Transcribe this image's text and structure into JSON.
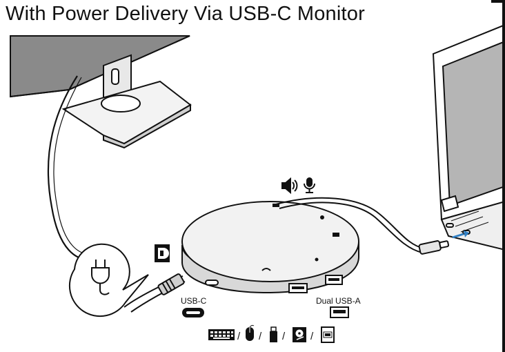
{
  "title": "With Power Delivery Via USB-C Monitor",
  "labels": {
    "usb_c": "USB-C",
    "dual_usb_a": "Dual USB-A"
  },
  "icons": [
    "speaker-icon",
    "microphone-icon",
    "displayport-icon",
    "power-plug-icon",
    "usb-c-port-icon",
    "usb-a-port-icon",
    "keyboard-icon",
    "mouse-icon",
    "usb-drive-icon",
    "hard-drive-icon",
    "ssd-icon"
  ],
  "device_row_separator": "/",
  "colors": {
    "line": "#111111",
    "monitor_screen": "#8a8a8a",
    "laptop_screen": "#b5b5b5",
    "dock_top": "#f2f2f2",
    "dock_side": "#d8d8d8",
    "arrow": "#2f7fc4"
  }
}
